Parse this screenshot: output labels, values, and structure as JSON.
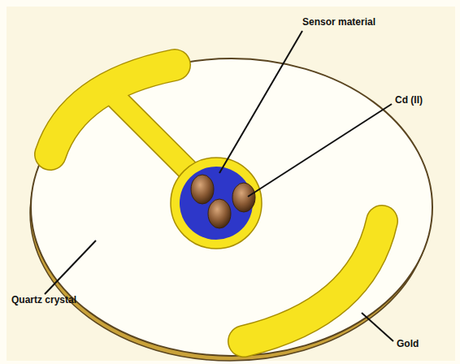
{
  "diagram": {
    "labels": [
      "Sensor material",
      "Cd (II)",
      "Quartz crystal",
      "Gold"
    ]
  }
}
